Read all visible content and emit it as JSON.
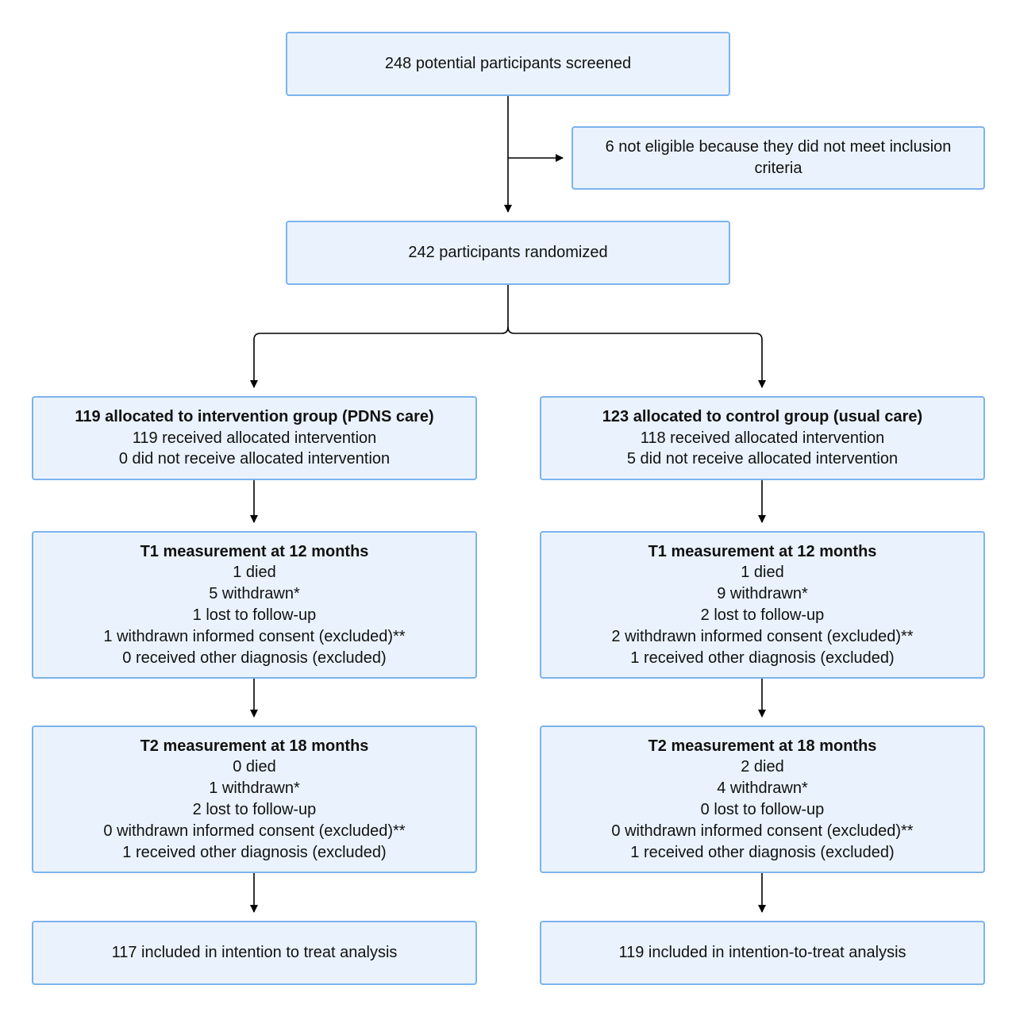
{
  "flowchart": {
    "screened": {
      "lines": [
        "248 potential participants screened"
      ]
    },
    "not_eligible": {
      "lines": [
        "6 not eligible because they did not meet inclusion criteria"
      ]
    },
    "randomized": {
      "lines": [
        "242 participants randomized"
      ]
    },
    "intervention": {
      "allocation": {
        "title": "119 allocated to intervention group (PDNS care)",
        "lines": [
          "119 received allocated intervention",
          "0 did not receive allocated intervention"
        ]
      },
      "t1": {
        "title": "T1 measurement at 12 months",
        "lines": [
          "1 died",
          "5 withdrawn*",
          "1 lost to follow-up",
          "1 withdrawn informed consent (excluded)**",
          "0 received other diagnosis (excluded)"
        ]
      },
      "t2": {
        "title": "T2 measurement at 18 months",
        "lines": [
          "0 died",
          "1 withdrawn*",
          "2 lost to follow-up",
          "0 withdrawn informed consent (excluded)**",
          "1 received other diagnosis (excluded)"
        ]
      },
      "analysis": {
        "lines": [
          "117 included in intention to treat analysis"
        ]
      }
    },
    "control": {
      "allocation": {
        "title": "123 allocated to control group (usual care)",
        "lines": [
          "118 received allocated intervention",
          "5 did not receive allocated intervention"
        ]
      },
      "t1": {
        "title": "T1 measurement at 12 months",
        "lines": [
          "1 died",
          "9 withdrawn*",
          "2 lost to follow-up",
          "2 withdrawn informed consent (excluded)**",
          "1 received other diagnosis (excluded)"
        ]
      },
      "t2": {
        "title": "T2 measurement at 18 months",
        "lines": [
          "2 died",
          "4 withdrawn*",
          "0 lost to follow-up",
          "0 withdrawn informed consent (excluded)**",
          "1 received other diagnosis (excluded)"
        ]
      },
      "analysis": {
        "lines": [
          "119 included in intention-to-treat analysis"
        ]
      }
    }
  },
  "colors": {
    "box_fill": "#eaf3fd",
    "box_border": "#7cb3ec",
    "connector": "#000000",
    "text": "#111111"
  }
}
